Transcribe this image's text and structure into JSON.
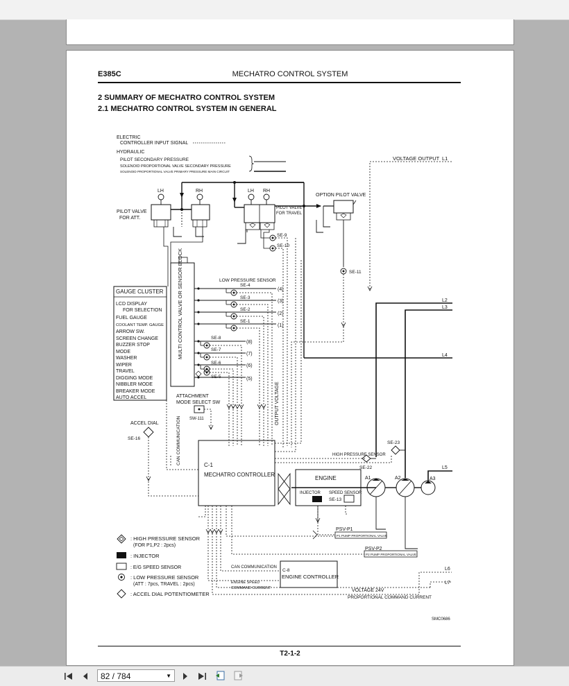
{
  "document": {
    "model": "E385C",
    "title": "MECHATRO CONTROL SYSTEM",
    "section_1": "2    SUMMARY OF MECHATRO CONTROL SYSTEM",
    "section_2": "2.1    MECHATRO CONTROL SYSTEM IN GENERAL",
    "footer_code": "T2-1-2",
    "drawing_code": "SMC0686"
  },
  "legend_top": {
    "electric": "ELECTRIC",
    "controller_input": "CONTROLLER INPUT SIGNAL",
    "hydraulic": "HYDRAULIC",
    "pilot_secondary": "PILOT SECONDARY PRESSURE",
    "solenoid_secondary": "SOLENOID PROPORTIONAL VALVE SECONDARY PRESSURE",
    "solenoid_primary": "SOLENOID PROPORTIONAL VALVE PRIMARY PRESSURE MAIN CIRCUIT"
  },
  "labels": {
    "lh": "LH",
    "rh": "RH",
    "pilot_valve_att_1": "PILOT VALVE",
    "pilot_valve_att_2": "FOR ATT.",
    "pilot_valve_travel_1": "PILOT VALVE",
    "pilot_valve_travel_2": "FOR TRAVEL",
    "option_pilot_valve": "OPTION PILOT VALVE",
    "voltage_output": "VOLTAGE OUTPUT",
    "l1": "L1",
    "l2": "L2",
    "l3": "L3",
    "l4": "L4",
    "l5": "L5",
    "l6": "L6",
    "l7": "L7",
    "se9": "SE-9",
    "se10": "SE-10",
    "se11": "SE-11",
    "low_pressure_sensor": "LOW PRESSURE SENSOR",
    "se4": "SE-4",
    "se3": "SE-3",
    "se2": "SE-2",
    "se1": "SE-1",
    "se8": "SE-8",
    "se7": "SE-7",
    "se6": "SE-6",
    "se5": "SE-5",
    "n4": "(4)",
    "n3": "(3)",
    "n2": "(2)",
    "n1": "(1)",
    "n8": "(8)",
    "n7": "(7)",
    "n6": "(6)",
    "n5": "(5)",
    "multi_control_valve": "MULTI CONTROL VALVE OR SENSOR BLOCK",
    "attachment_mode_1": "ATTACHMENT",
    "attachment_mode_2": "MODE SELECT SW",
    "sw111": "SW-111",
    "accel_dial": "ACCEL DIAL",
    "se16": "SE-16",
    "can_communication": "CAN COMMUNICATION",
    "output_voltage": "OUTPUT VOLTAGE",
    "c1": "C-1",
    "mechatro_controller": "MECHATRO CONTROLLER",
    "high_pressure_sensor": "HIGH PRESSURE SENSOR",
    "se22": "SE-22",
    "se23": "SE-23",
    "engine": "ENGINE",
    "injector": "INJECTOR",
    "speed_sensor": "SPEED SENSOR",
    "se13": "SE-13",
    "a1": "A1",
    "a2": "A2",
    "a3": "A3",
    "psv_p1": "PSV-P1",
    "p1_pump": "P1 PUMP PROPORTIONAL VALVE",
    "psv_p2": "PSV-P2",
    "p2_pump": "P2 PUMP PROPORTIONAL VALVE",
    "c8": "C-8",
    "engine_controller": "ENGINE CONTROLLER",
    "can_comm_h": "CAN COMMUNICATION",
    "engine_speed_1": "ENGINE SPEED",
    "engine_speed_2": "COMMAND CURRENT",
    "voltage_24v": "VOLTAGE 24V",
    "prop_command": "PROPORTIONAL COMMAND CURRENT"
  },
  "gauge_cluster": {
    "title": "GAUGE CLUSTER",
    "items": [
      "LCD DISPLAY",
      "FOR SELECTION",
      "FUEL GAUGE",
      "COOLANT TEMP. GAUGE",
      "ARROW SW.",
      "SCREEN CHANGE",
      "BUZZER STOP",
      "MODE",
      "WASHER",
      "WIPER",
      "TRAVEL",
      "DIGGING MODE",
      "NIBBLER MODE",
      "BREAKER MODE",
      "AUTO ACCEL"
    ]
  },
  "legend_bottom": {
    "hp_1": ": HIGH PRESSURE SENSOR",
    "hp_2": "(FOR P1,P2 : 2pcs)",
    "injector": ": INJECTOR",
    "eg_speed": ": E/G  SPEED SENSOR",
    "lp_1": ": LOW PRESSURE SENSOR",
    "lp_2": "(ATT : 7pcs, TRAVEL : 2pcs)",
    "accel": ": ACCEL DIAL POTENTIOMETER"
  },
  "viewer": {
    "page_value": "82 / 784"
  }
}
